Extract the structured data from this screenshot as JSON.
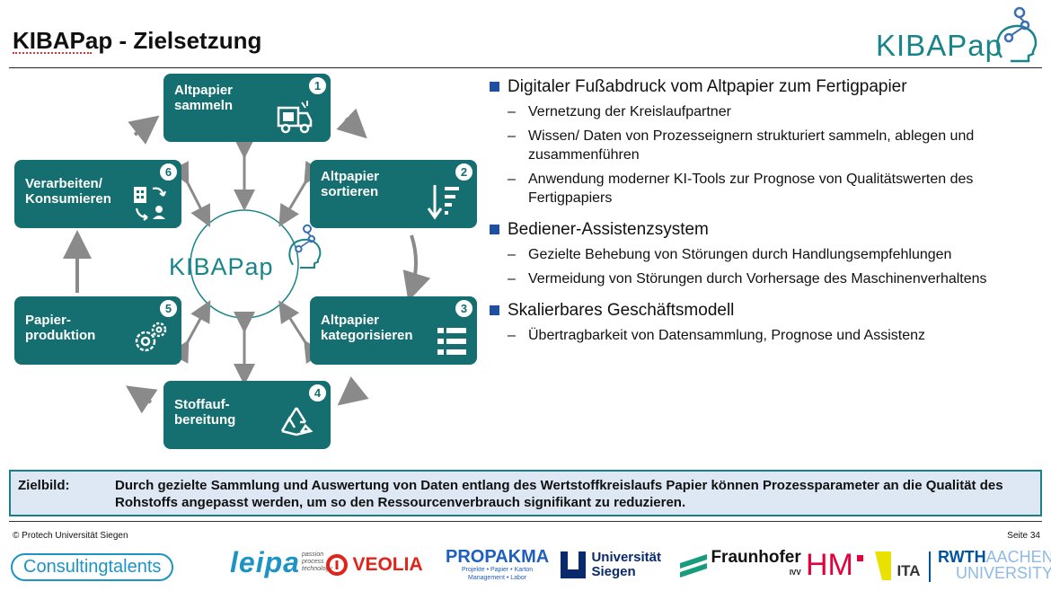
{
  "slide": {
    "title": "KIBAPap - Zielsetzung",
    "logo_text": "KIBAPap"
  },
  "diagram": {
    "hub_text": "KIBAPap",
    "accent": "#156e70",
    "nodes": [
      {
        "num": "1",
        "label1": "Altpapier",
        "label2": "sammeln",
        "icon": "garbage-truck-icon"
      },
      {
        "num": "2",
        "label1": "Altpapier",
        "label2": "sortieren",
        "icon": "sort-icon"
      },
      {
        "num": "3",
        "label1": "Altpapier",
        "label2": "kategorisieren",
        "icon": "list-icon"
      },
      {
        "num": "4",
        "label1": "Stoffauf-",
        "label2": "bereitung",
        "icon": "recycle-icon"
      },
      {
        "num": "5",
        "label1": "Papier-",
        "label2": "produktion",
        "icon": "gears-icon"
      },
      {
        "num": "6",
        "label1": "Verarbeiten/",
        "label2": "Konsumieren",
        "icon": "consumer-icon"
      }
    ]
  },
  "bullets": [
    {
      "text": "Digitaler Fußabdruck vom Altpapier zum Fertigpapier",
      "subs": [
        "Vernetzung der Kreislaufpartner",
        "Wissen/ Daten von Prozesseignern strukturiert sammeln, ablegen und zusammenführen",
        "Anwendung moderner KI-Tools zur Prognose von Qualitätswerten des Fertigpapiers"
      ]
    },
    {
      "text": "Bediener-Assistenzsystem",
      "subs": [
        "Gezielte Behebung von Störungen durch Handlungsempfehlungen",
        "Vermeidung von Störungen durch Vorhersage des Maschinenverhaltens"
      ]
    },
    {
      "text": "Skalierbares Geschäftsmodell",
      "subs": [
        "Übertragbarkeit von Datensammlung, Prognose und Assistenz"
      ]
    }
  ],
  "goal": {
    "label": "Zielbild:",
    "text": "Durch gezielte Sammlung und Auswertung von Daten entlang des Wertstoffkreislaufs Papier können Prozessparameter an die Qualität des Rohstoffs angepasst werden, um so den Ressourcenverbrauch signifikant zu reduzieren."
  },
  "footer": {
    "copyright": "© Protech Universität Siegen",
    "page": "Seite 34"
  },
  "partners": {
    "consulting": "Consultingtalents",
    "leipa": "leipa",
    "leipa_tag1": "passion",
    "leipa_tag2": "process",
    "leipa_tag3": "technology",
    "veolia": "VEOLIA",
    "propakma": "PROPAKMA",
    "propakma_sub1": "Projekte • Papier • Karton",
    "propakma_sub2": "Management • Labor",
    "siegen1": "Universität",
    "siegen2": "Siegen",
    "fraunhofer": "Fraunhofer",
    "fraunhofer_sub": "IVV",
    "hm": "HM",
    "ita": "ITA",
    "rwth": "RWTH",
    "rwth_aachen": "AACHEN",
    "rwth_univ": "UNIVERSITY"
  }
}
